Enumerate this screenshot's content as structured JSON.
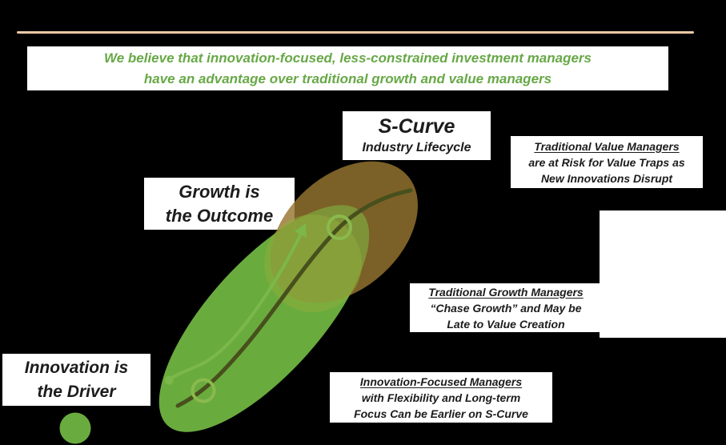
{
  "slide": {
    "background": "#000000",
    "divider_color": "#edc9a5",
    "box_bg": "#ffffff",
    "thesis": {
      "text_color": "#67a846",
      "line1": "We believe that innovation-focused, less-constrained investment managers",
      "line2": "have an advantage over traditional growth and value managers"
    },
    "scurve_label": {
      "title": "S-Curve",
      "subtitle": "Industry Lifecycle"
    },
    "growth_label": {
      "line1": "Growth is",
      "line2": "the Outcome"
    },
    "innovation_label": {
      "line1": "Innovation is",
      "line2": "the Driver"
    },
    "annotations": {
      "value_managers": {
        "title": "Traditional Value Managers",
        "line2": "are at Risk for Value Traps as",
        "line3": "New Innovations Disrupt"
      },
      "growth_managers": {
        "title": "Traditional Growth Managers",
        "line2": "“Chase Growth” and May be",
        "line3": "Late to Value Creation"
      },
      "innovation_managers": {
        "title": "Innovation-Focused Managers",
        "line2": "with Flexibility and Long-term",
        "line3": "Focus Can be Earlier on S-Curve"
      }
    },
    "graphic": {
      "green_ellipse": "#6aab3f",
      "brown_ellipse": "#96752f",
      "overlap_circle": "#8fae3c",
      "curve_color": "#47501d",
      "arrow_color": "#7cb74a",
      "ring_color": "#8ab94d",
      "dot_color": "#6aab3f"
    }
  }
}
